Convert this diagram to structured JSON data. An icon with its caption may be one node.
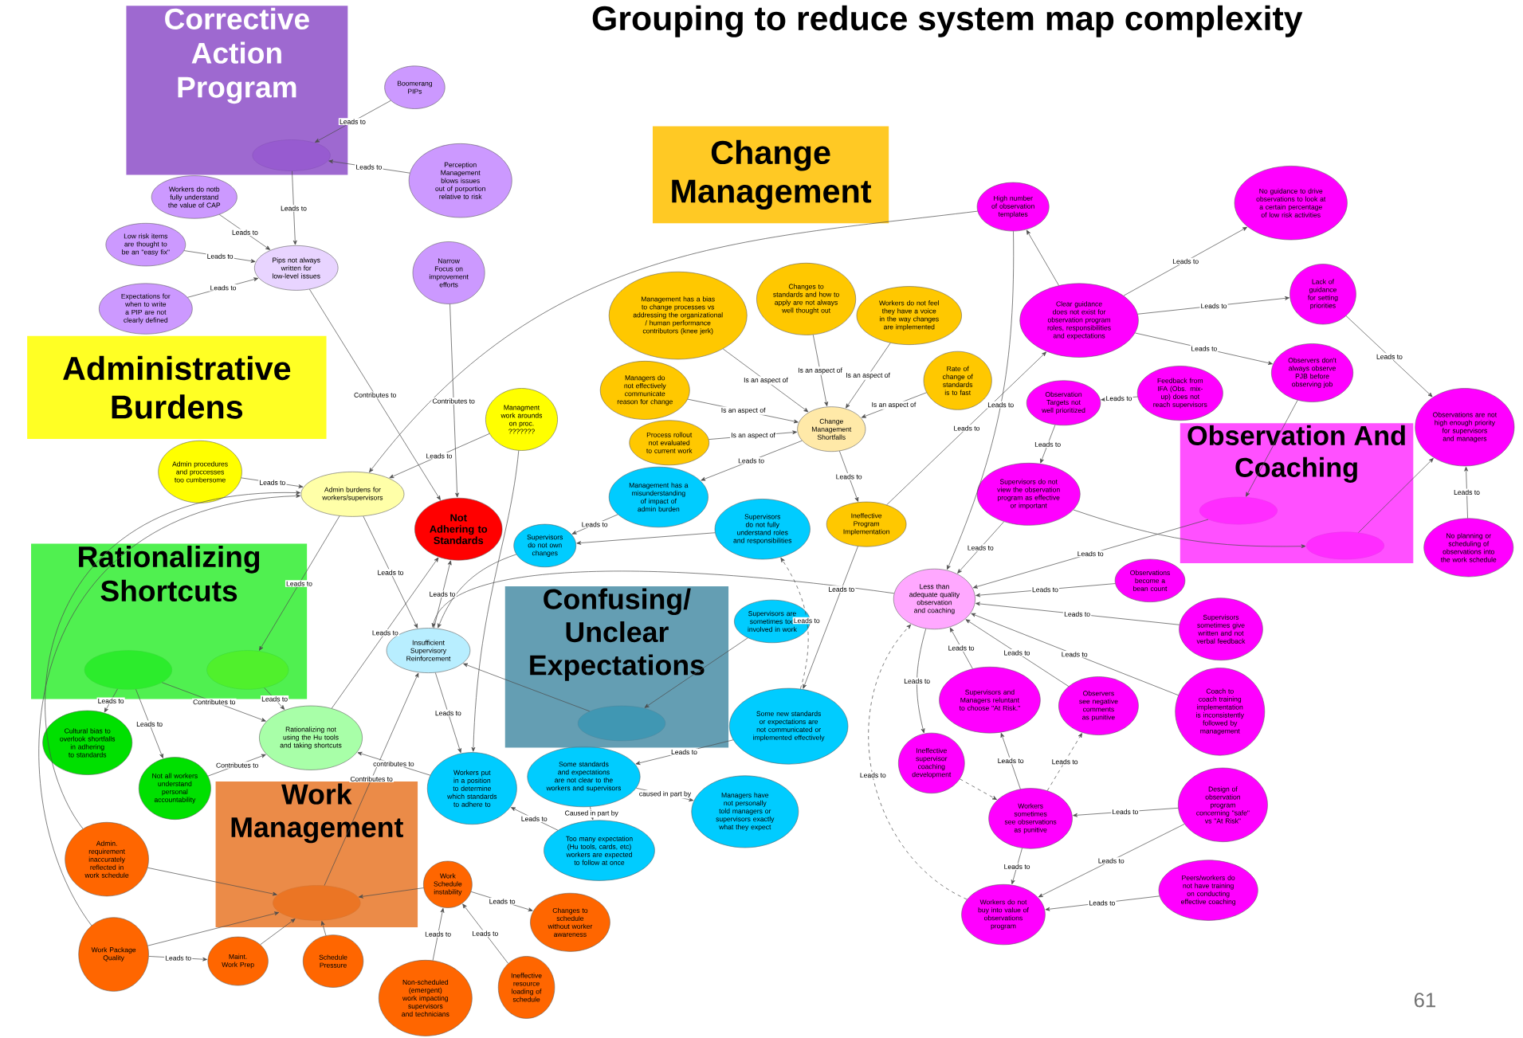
{
  "diagram": {
    "title": "Grouping to reduce system map complexity",
    "nodes": [
      {
        "text": [
          "Corrective Action Program"
        ]
      },
      {
        "text": [
          "Boomerang PIPs"
        ]
      },
      {
        "text": [],
        "shape": "ellipse",
        "in": 0
      },
      {
        "text": [
          "Perception Management blows issues out of porportion relative to risk"
        ]
      },
      {
        "text": [
          "Workers do notb fully understand the value of CAP"
        ]
      },
      {
        "text": [
          "Low risk items are thought to be an \"easy fix\""
        ]
      },
      {
        "text": [
          "Pips not always written for low-level issues"
        ]
      },
      {
        "text": [
          "Expectations for when to write a PIP are not clearly defined"
        ]
      },
      {
        "text": [
          "Narrow Focus on improvement efforts"
        ]
      },
      {
        "text": [
          "Administrative Burdens"
        ]
      },
      {
        "text": [
          "Managment work arounds on proc. ???????"
        ]
      },
      {
        "text": [
          "Admin procedures and proccesses too cumbersome"
        ]
      },
      {
        "text": [
          "Admin burdens for workers/supervisors"
        ]
      },
      {
        "text": [
          "Not Adhering to Standards"
        ]
      },
      {
        "text": [
          "Rationalizing Shortcuts"
        ]
      },
      {
        "text": [],
        "shape": "ellipse",
        "in": 14
      },
      {
        "text": [],
        "shape": "ellipse",
        "in": 14
      },
      {
        "text": [
          "Rationalizing not using the Hu tools and taking shortcuts"
        ]
      },
      {
        "text": [
          "Cultural bias to overlook shortfalls in adhering to standards"
        ]
      },
      {
        "text": [
          "Not all workers understand personal accountability"
        ]
      },
      {
        "text": [
          "Work Management"
        ]
      },
      {
        "text": [],
        "shape": "ellipse",
        "in": 20
      },
      {
        "text": [
          "Admin. requirement inaccurately reflected in work schedule"
        ]
      },
      {
        "text": [
          "Work Package Quality"
        ]
      },
      {
        "text": [
          "Maint. Work Prep"
        ]
      },
      {
        "text": [
          "Schedule Pressure"
        ]
      },
      {
        "text": [
          "Work Schedule instability"
        ]
      },
      {
        "text": [
          "Changes to schedule without worker awareness"
        ]
      },
      {
        "text": [
          "Non-scheduled (emergent) work impacting supervisors and technicians"
        ]
      },
      {
        "text": [
          "Ineffective resource loading of schedule"
        ]
      },
      {
        "text": [
          "Change Management"
        ]
      },
      {
        "text": [
          "Management has a bias to change processes vs addressing the organizational / human performance contributors (knee jerk)"
        ]
      },
      {
        "text": [
          "Changes to standards and how to apply are not always well thought out"
        ]
      },
      {
        "text": [
          "Workers do not feel they have a voice in the way changes are implemented"
        ]
      },
      {
        "text": [
          "Managers do not effectively communicate reason for change"
        ]
      },
      {
        "text": [
          "Rate of change of standards is to fast"
        ]
      },
      {
        "text": [
          "Process rollout not evaluated to current work"
        ]
      },
      {
        "text": [
          "Change Management Shortfalls"
        ]
      },
      {
        "text": [
          "Ineffective Program Implementation"
        ]
      },
      {
        "text": [
          "Confusing/ Unclear Expectations"
        ]
      },
      {
        "text": [
          "Management has a misunderstanding of impact of admin burden"
        ]
      },
      {
        "text": [
          "Supervisors do not fully understand roles and responsibilities"
        ]
      },
      {
        "text": [
          "Supervisors do not own changes"
        ]
      },
      {
        "text": [
          "Insufficient Supervisory Reinforcement"
        ]
      },
      {
        "text": [
          "Supervisors are sometimes too involved in work"
        ]
      },
      {
        "text": [],
        "shape": "ellipse",
        "in": 39
      },
      {
        "text": [
          "Some standards and expectations are not clear to the workers and supervisors"
        ]
      },
      {
        "text": [
          "Some new standards or expectations are not communicated or implemented effectively"
        ]
      },
      {
        "text": [
          "Workers put in a position to determine which standards to adhere to"
        ]
      },
      {
        "text": [
          "Too many expectation (Hu tools, cards, etc) workers are expected to follow at once"
        ]
      },
      {
        "text": [
          "Managers have not personally told managers or supervisors exactly what they expect"
        ]
      },
      {
        "text": [
          "Observation And Coaching"
        ]
      },
      {
        "text": [
          "High number of observation templates"
        ]
      },
      {
        "text": [
          "No guidance to drive observations to look at a certain percentage of low risk activities"
        ]
      },
      {
        "text": [
          "Clear guidance does not exist for observation program roles, responsibilities and expectations"
        ]
      },
      {
        "text": [
          "Lack of guidance for setting priorities"
        ]
      },
      {
        "text": [
          "Observers don't always observe PJB before observing job"
        ]
      },
      {
        "text": [
          "Observation Targets not well prioritized"
        ]
      },
      {
        "text": [
          "Feedback from IFA (Obs. mix-up) does not reach supervisors"
        ]
      },
      {
        "text": [
          "Observations are not high enough priority for supervisors and managers"
        ]
      },
      {
        "text": [],
        "shape": "ellipse",
        "in": 51
      },
      {
        "text": [],
        "shape": "ellipse",
        "in": 51
      },
      {
        "text": [
          "No planning or scheduling of observations into the work schedule"
        ]
      },
      {
        "text": [
          "Supervisors do not view the observation program as effective or important"
        ]
      },
      {
        "text": [
          "Less than adequate quality observation and coaching"
        ]
      },
      {
        "text": [
          "Observations become a bean count"
        ]
      },
      {
        "text": [
          "Supervisors sometimes give written and not verbal feedback"
        ]
      },
      {
        "text": [
          "Supervisors and Managers reluntant to choose \"At Risk.\""
        ]
      },
      {
        "text": [
          "Observers see negative comments as punitive"
        ]
      },
      {
        "text": [
          "Coach to coach training implementation is inconsistently followed by management"
        ]
      },
      {
        "text": [
          "Ineffective supervisor coaching development"
        ]
      },
      {
        "text": [
          "Workers sometimes see observations as punitive"
        ]
      },
      {
        "text": [
          "Design of observation program concerning \"safe\" vs \"At Risk\""
        ]
      },
      {
        "text": [
          "Workers do not buy into value of observations program"
        ]
      },
      {
        "text": [
          "Peers/workers do not have training on conducting effective coaching"
        ]
      }
    ],
    "edges": [
      {
        "from": 1,
        "to": 2,
        "arrow": "to",
        "label": "Leads to"
      },
      {
        "from": 3,
        "to": 2,
        "arrow": "to",
        "label": "Leads to"
      },
      {
        "from": 2,
        "to": 6,
        "arrow": "to",
        "label": "Leads to"
      },
      {
        "from": 4,
        "to": 6,
        "arrow": "to",
        "label": "Leads to"
      },
      {
        "from": 5,
        "to": 6,
        "arrow": "to",
        "label": "Leads to"
      },
      {
        "from": 7,
        "to": 6,
        "arrow": "to",
        "label": "Leads to"
      },
      {
        "from": 6,
        "to": 13,
        "arrow": "to",
        "label": "Contributes to"
      },
      {
        "from": 8,
        "to": 13,
        "arrow": "to",
        "label": "Contributes to"
      },
      {
        "from": 10,
        "to": 12,
        "arrow": "to",
        "label": "Leads to"
      },
      {
        "from": 10,
        "to": 48,
        "arrow": "to"
      },
      {
        "from": 52,
        "to": 12,
        "arrow": "to"
      },
      {
        "from": 11,
        "to": 12,
        "arrow": "to",
        "label": "Leads to"
      },
      {
        "from": 12,
        "to": 16,
        "arrow": "to",
        "label": "Leads to"
      },
      {
        "from": 12,
        "to": 43,
        "arrow": "to",
        "label": "Leads to"
      },
      {
        "from": 22,
        "to": 12,
        "arrow": "to"
      },
      {
        "from": 23,
        "to": 12,
        "arrow": "to"
      },
      {
        "from": 15,
        "to": 18,
        "arrow": "to",
        "label": "Leads to"
      },
      {
        "from": 15,
        "to": 19,
        "arrow": "to",
        "label": "Leads to"
      },
      {
        "from": 15,
        "to": 17,
        "arrow": "to",
        "label": "Contributes to"
      },
      {
        "from": 16,
        "to": 17,
        "arrow": "to",
        "label": "Leads to"
      },
      {
        "from": 19,
        "to": 17,
        "arrow": "to",
        "label": "Contributes to"
      },
      {
        "from": 17,
        "to": 13,
        "arrow": "to",
        "label": "Leads to"
      },
      {
        "from": 43,
        "to": 13,
        "arrow": "to",
        "label": "Leads to"
      },
      {
        "from": 48,
        "to": 17,
        "arrow": "to",
        "label": "contributes to"
      },
      {
        "from": 21,
        "to": 43,
        "arrow": "to",
        "label": "Contributes to"
      },
      {
        "from": 43,
        "to": 48,
        "arrow": "to",
        "label": "Leads to"
      },
      {
        "from": 42,
        "to": 43,
        "arrow": "to"
      },
      {
        "from": 64,
        "to": 43,
        "arrow": "to"
      },
      {
        "from": 45,
        "to": 43,
        "arrow": "to"
      },
      {
        "from": 44,
        "to": 45,
        "arrow": "to"
      },
      {
        "from": 40,
        "to": 42,
        "arrow": "to",
        "label": "Leads to"
      },
      {
        "from": 41,
        "to": 42,
        "arrow": "to"
      },
      {
        "from": 37,
        "to": 40,
        "arrow": "to",
        "label": "Leads to"
      },
      {
        "from": 37,
        "to": 38,
        "arrow": "to",
        "label": "Leads to"
      },
      {
        "from": 31,
        "to": 37,
        "arrow": "to",
        "label": "Is an aspect of"
      },
      {
        "from": 32,
        "to": 37,
        "arrow": "to",
        "label": "Is an aspect of"
      },
      {
        "from": 33,
        "to": 37,
        "arrow": "to",
        "label": "Is an aspect of"
      },
      {
        "from": 34,
        "to": 37,
        "arrow": "to",
        "label": "Is an aspect of"
      },
      {
        "from": 35,
        "to": 37,
        "arrow": "to",
        "label": "Is an aspect of"
      },
      {
        "from": 36,
        "to": 37,
        "arrow": "to",
        "label": "Is an aspect of"
      },
      {
        "from": 38,
        "to": 54,
        "arrow": "to",
        "label": "Leads to"
      },
      {
        "from": 38,
        "to": 47,
        "arrow": "to",
        "label": "Leads to"
      },
      {
        "from": 52,
        "to": 64,
        "arrow": "to",
        "label": "Leads to"
      },
      {
        "from": 54,
        "to": 52,
        "arrow": "to"
      },
      {
        "from": 54,
        "to": 53,
        "arrow": "to",
        "label": "Leads to"
      },
      {
        "from": 54,
        "to": 55,
        "arrow": "to",
        "label": "Leads to"
      },
      {
        "from": 54,
        "to": 56,
        "arrow": "to",
        "label": "Leads to"
      },
      {
        "from": 55,
        "to": 59,
        "arrow": "to",
        "label": "Leads to"
      },
      {
        "from": 58,
        "to": 57,
        "arrow": "to",
        "label": "Leads to"
      },
      {
        "from": 57,
        "to": 63,
        "arrow": "to",
        "label": "Leads to"
      },
      {
        "from": 63,
        "to": 64,
        "arrow": "to",
        "label": "Leads to"
      },
      {
        "from": 63,
        "to": 61,
        "arrow": "to"
      },
      {
        "from": 56,
        "to": 60,
        "arrow": "to"
      },
      {
        "from": 60,
        "to": 64,
        "arrow": "to",
        "label": "Leads to"
      },
      {
        "from": 61,
        "to": 59,
        "arrow": "to"
      },
      {
        "from": 62,
        "to": 59,
        "arrow": "to",
        "label": "Leads to"
      },
      {
        "from": 65,
        "to": 64,
        "arrow": "to",
        "label": "Leads to"
      },
      {
        "from": 66,
        "to": 64,
        "arrow": "to",
        "label": "Leads to"
      },
      {
        "from": 69,
        "to": 64,
        "arrow": "to",
        "label": "Leads to"
      },
      {
        "from": 67,
        "to": 64,
        "arrow": "to",
        "label": "Leads to"
      },
      {
        "from": 68,
        "to": 64,
        "arrow": "to",
        "label": "Leads to"
      },
      {
        "from": 64,
        "to": 70,
        "arrow": "to",
        "label": "Leads to"
      },
      {
        "from": 70,
        "to": 71,
        "arrow": "to",
        "style": "dashed"
      },
      {
        "from": 71,
        "to": 67,
        "arrow": "to",
        "label": "Leads to"
      },
      {
        "from": 71,
        "to": 68,
        "arrow": "to",
        "label": "Leads to",
        "style": "dashed"
      },
      {
        "from": 72,
        "to": 71,
        "arrow": "to",
        "label": "Leads to"
      },
      {
        "from": 72,
        "to": 73,
        "arrow": "to",
        "label": "Leads to"
      },
      {
        "from": 71,
        "to": 73,
        "arrow": "to",
        "label": "Leads to"
      },
      {
        "from": 74,
        "to": 73,
        "arrow": "to",
        "label": "Leads to"
      },
      {
        "from": 73,
        "to": 64,
        "arrow": "to",
        "label": "Leads to",
        "style": "dashed"
      },
      {
        "from": 47,
        "to": 41,
        "arrow": "to",
        "label": "Leads to",
        "style": "dashed"
      },
      {
        "from": 47,
        "to": 46,
        "arrow": "to",
        "label": "Leads to"
      },
      {
        "from": 46,
        "to": 49,
        "arrow": "to",
        "label": "Caused in part by"
      },
      {
        "from": 46,
        "to": 50,
        "arrow": "to",
        "label": "caused in part by"
      },
      {
        "from": 49,
        "to": 48,
        "arrow": "to",
        "label": "Leads to"
      },
      {
        "from": 22,
        "to": 21,
        "arrow": "to"
      },
      {
        "from": 23,
        "to": 21,
        "arrow": "to"
      },
      {
        "from": 24,
        "to": 21,
        "arrow": "to"
      },
      {
        "from": 25,
        "to": 21,
        "arrow": "to"
      },
      {
        "from": 26,
        "to": 21,
        "arrow": "to"
      },
      {
        "from": 23,
        "to": 24,
        "arrow": "to",
        "label": "Leads to"
      },
      {
        "from": 26,
        "to": 27,
        "arrow": "to",
        "label": "Leads to"
      },
      {
        "from": 28,
        "to": 26,
        "arrow": "to",
        "label": "Leads to"
      },
      {
        "from": 29,
        "to": 26,
        "arrow": "to",
        "label": "Leads to"
      }
    ],
    "labels": [
      "61"
    ]
  }
}
